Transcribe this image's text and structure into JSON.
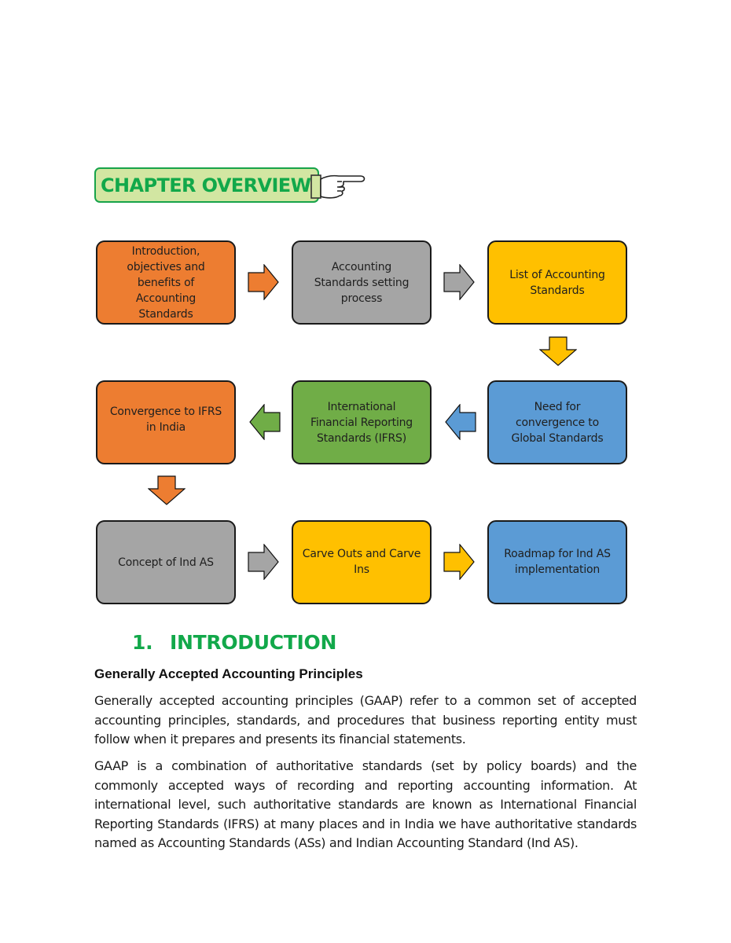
{
  "chapter_overview": {
    "title": "CHAPTER OVERVIEW",
    "icon": "pointing-hand-icon"
  },
  "flow": {
    "boxes": [
      {
        "id": "intro",
        "label": "Introduction, objectives and benefits of Accounting Standards",
        "lines": [
          "Introduction,",
          "objectives and",
          "benefits of",
          "Accounting",
          "Standards"
        ],
        "color": "#ed7d31"
      },
      {
        "id": "setting-process",
        "label": "Accounting Standards setting process",
        "lines": [
          "Accounting",
          "Standards setting",
          "process"
        ],
        "color": "#a5a5a5"
      },
      {
        "id": "list-of-as",
        "label": "List of Accounting Standards",
        "lines": [
          "List of Accounting",
          "Standards"
        ],
        "color": "#ffc000"
      },
      {
        "id": "need-convergence",
        "label": "Need for convergence to Global Standards",
        "lines": [
          "Need for",
          "convergence to",
          "Global Standards"
        ],
        "color": "#5b9bd5"
      },
      {
        "id": "ifrs",
        "label": "International Financial Reporting Standards (IFRS)",
        "lines": [
          "International",
          "Financial Reporting",
          "Standards (IFRS)"
        ],
        "color": "#70ad47"
      },
      {
        "id": "convergence-india",
        "label": "Convergence to IFRS in India",
        "lines": [
          "Convergence to IFRS",
          "in India"
        ],
        "color": "#ed7d31"
      },
      {
        "id": "concept-ind-as",
        "label": "Concept of Ind AS",
        "lines": [
          "Concept of Ind AS"
        ],
        "color": "#a5a5a5"
      },
      {
        "id": "carve-outs",
        "label": "Carve Outs and Carve Ins",
        "lines": [
          "Carve Outs and Carve",
          "Ins"
        ],
        "color": "#ffc000"
      },
      {
        "id": "roadmap",
        "label": "Roadmap for Ind AS implementation",
        "lines": [
          "Roadmap for Ind AS",
          "implementation"
        ],
        "color": "#5b9bd5"
      }
    ],
    "arrows": [
      {
        "from": "intro",
        "to": "setting-process",
        "direction": "right",
        "color": "#ed7d31"
      },
      {
        "from": "setting-process",
        "to": "list-of-as",
        "direction": "right",
        "color": "#a5a5a5"
      },
      {
        "from": "list-of-as",
        "to": "need-convergence",
        "direction": "down",
        "color": "#ffc000"
      },
      {
        "from": "need-convergence",
        "to": "ifrs",
        "direction": "left",
        "color": "#5b9bd5"
      },
      {
        "from": "ifrs",
        "to": "convergence-india",
        "direction": "left",
        "color": "#70ad47"
      },
      {
        "from": "convergence-india",
        "to": "concept-ind-as",
        "direction": "down",
        "color": "#ed7d31"
      },
      {
        "from": "concept-ind-as",
        "to": "carve-outs",
        "direction": "right",
        "color": "#a5a5a5"
      },
      {
        "from": "carve-outs",
        "to": "roadmap",
        "direction": "right",
        "color": "#ffc000"
      }
    ]
  },
  "section": {
    "number": "1.",
    "title": "INTRODUCTION",
    "subheading": "Generally Accepted Accounting Principles",
    "paragraphs": [
      "Generally accepted accounting principles (GAAP) refer to a common set of accepted accounting principles, standards, and procedures that business reporting entity must follow when it prepares and presents its financial statements.",
      "GAAP is a combination of authoritative standards (set by policy boards) and the commonly accepted ways of recording and reporting accounting information. At international level, such authoritative standards are known as International Financial Reporting Standards (IFRS) at many places and in India we have authoritative standards named as Accounting Standards (ASs) and Indian Accounting Standard (Ind AS)."
    ]
  }
}
